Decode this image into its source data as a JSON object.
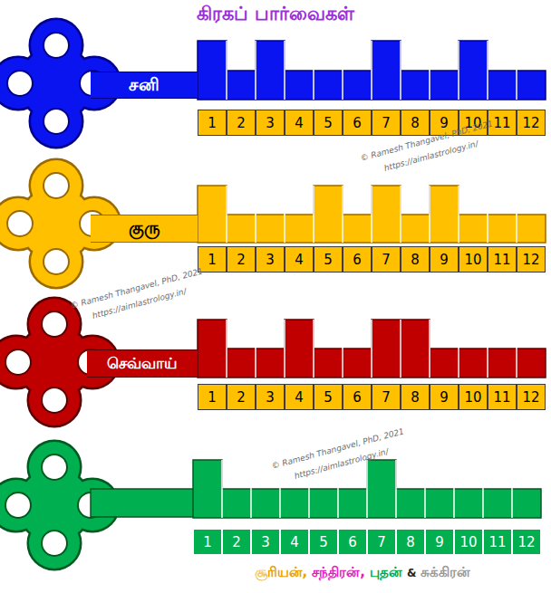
{
  "diagram": {
    "title": "கிரகப் பார்வைகள்",
    "nodes": [
      {
        "text": [
          "சனி"
        ]
      },
      {
        "text": [
          "1"
        ]
      },
      {
        "text": [
          "2"
        ]
      },
      {
        "text": [
          "3"
        ]
      },
      {
        "text": [
          "4"
        ]
      },
      {
        "text": [
          "5"
        ]
      },
      {
        "text": [
          "6"
        ]
      },
      {
        "text": [
          "7"
        ]
      },
      {
        "text": [
          "8"
        ]
      },
      {
        "text": [
          "9"
        ]
      },
      {
        "text": [
          "10"
        ]
      },
      {
        "text": [
          "11"
        ]
      },
      {
        "text": [
          "12"
        ]
      },
      {
        "text": [
          "குரு"
        ]
      },
      {
        "text": [
          "1"
        ]
      },
      {
        "text": [
          "2"
        ]
      },
      {
        "text": [
          "3"
        ]
      },
      {
        "text": [
          "4"
        ]
      },
      {
        "text": [
          "5"
        ]
      },
      {
        "text": [
          "6"
        ]
      },
      {
        "text": [
          "7"
        ]
      },
      {
        "text": [
          "8"
        ]
      },
      {
        "text": [
          "9"
        ]
      },
      {
        "text": [
          "10"
        ]
      },
      {
        "text": [
          "11"
        ]
      },
      {
        "text": [
          "12"
        ]
      },
      {
        "text": [
          "செவ்வாய்"
        ]
      },
      {
        "text": [
          "1"
        ]
      },
      {
        "text": [
          "2"
        ]
      },
      {
        "text": [
          "3"
        ]
      },
      {
        "text": [
          "4"
        ]
      },
      {
        "text": [
          "5"
        ]
      },
      {
        "text": [
          "6"
        ]
      },
      {
        "text": [
          "7"
        ]
      },
      {
        "text": [
          "8"
        ]
      },
      {
        "text": [
          "9"
        ]
      },
      {
        "text": [
          "10"
        ]
      },
      {
        "text": [
          "11"
        ]
      },
      {
        "text": [
          "12"
        ]
      },
      {
        "text": [
          "1"
        ]
      },
      {
        "text": [
          "2"
        ]
      },
      {
        "text": [
          "3"
        ]
      },
      {
        "text": [
          "4"
        ]
      },
      {
        "text": [
          "5"
        ]
      },
      {
        "text": [
          "6"
        ]
      },
      {
        "text": [
          "7"
        ]
      },
      {
        "text": [
          "8"
        ]
      },
      {
        "text": [
          "9"
        ]
      },
      {
        "text": [
          "10"
        ]
      },
      {
        "text": [
          "11"
        ]
      },
      {
        "text": [
          "12"
        ]
      }
    ],
    "labels": [
      "© Ramesh Thangavel, PhD, 2021",
      "https://aimlastrology.in/",
      "© Ramesh Thangavel, PhD, 2021",
      "https://aimlastrology.in/",
      "© Ramesh Thangavel, PhD, 2021",
      "https://aimlastrology.in/",
      "சூரியன்,",
      "சந்திரன்,",
      "புதன்",
      "&",
      "சுக்கிரன்"
    ]
  }
}
